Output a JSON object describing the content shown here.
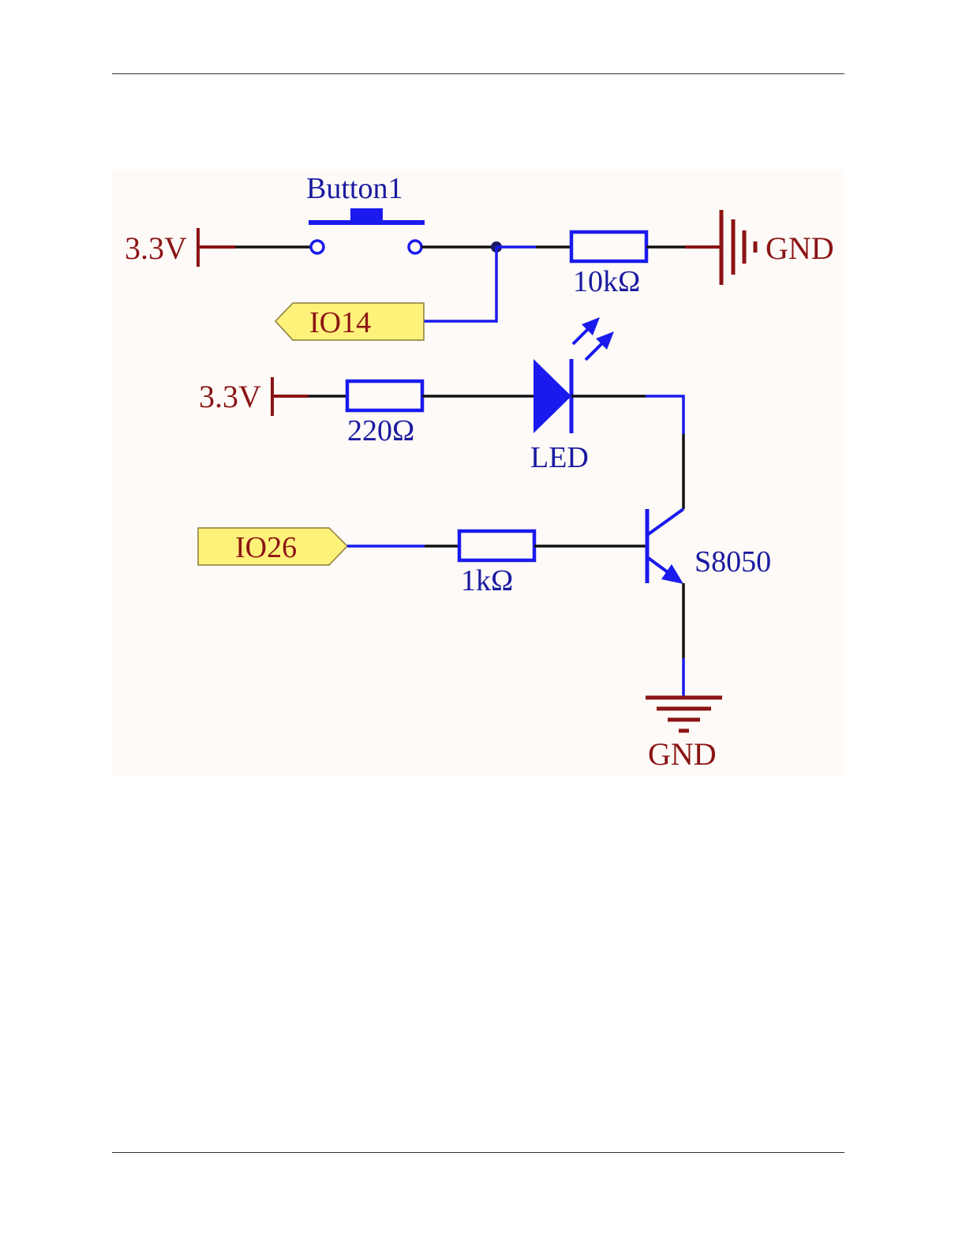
{
  "colors": {
    "wire": "#111111",
    "component": "#1a1aee",
    "power": "#8b1414",
    "port_fill": "#fff27a",
    "port_stroke": "#8b7a3a",
    "background": "#fdfaf7"
  },
  "labels": {
    "vcc_top": "3.3V",
    "button": "Button1",
    "gnd_top": "GND",
    "r_pullup": "10kΩ",
    "io14": "IO14",
    "vcc_mid": "3.3V",
    "r_led": "220Ω",
    "led": "LED",
    "io26": "IO26",
    "r_base": "1kΩ",
    "transistor": "S8050",
    "gnd_bottom": "GND"
  }
}
